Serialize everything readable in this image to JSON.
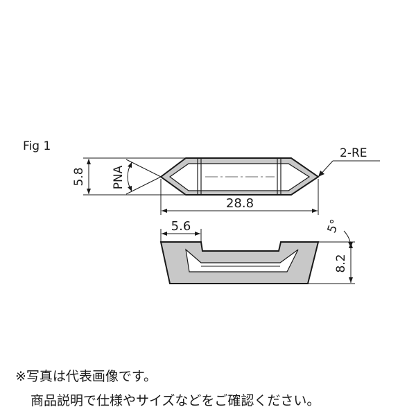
{
  "figure": {
    "label": "Fig 1",
    "dimensions": {
      "height": "5.8",
      "length": "28.8",
      "corner": "2-RE",
      "angle_label": "PNA",
      "top_width": "5.6",
      "relief_angle": "5°",
      "depth": "8.2"
    }
  },
  "notes": {
    "line1": "※写真は代表画像です。",
    "line2": "商品説明で仕様やサイズなどをご確認ください。"
  },
  "colors": {
    "outline": "#1a1a1a",
    "body_fill": "#c8c8c8",
    "face_fill": "#ffffff",
    "center_line": "#666666"
  }
}
